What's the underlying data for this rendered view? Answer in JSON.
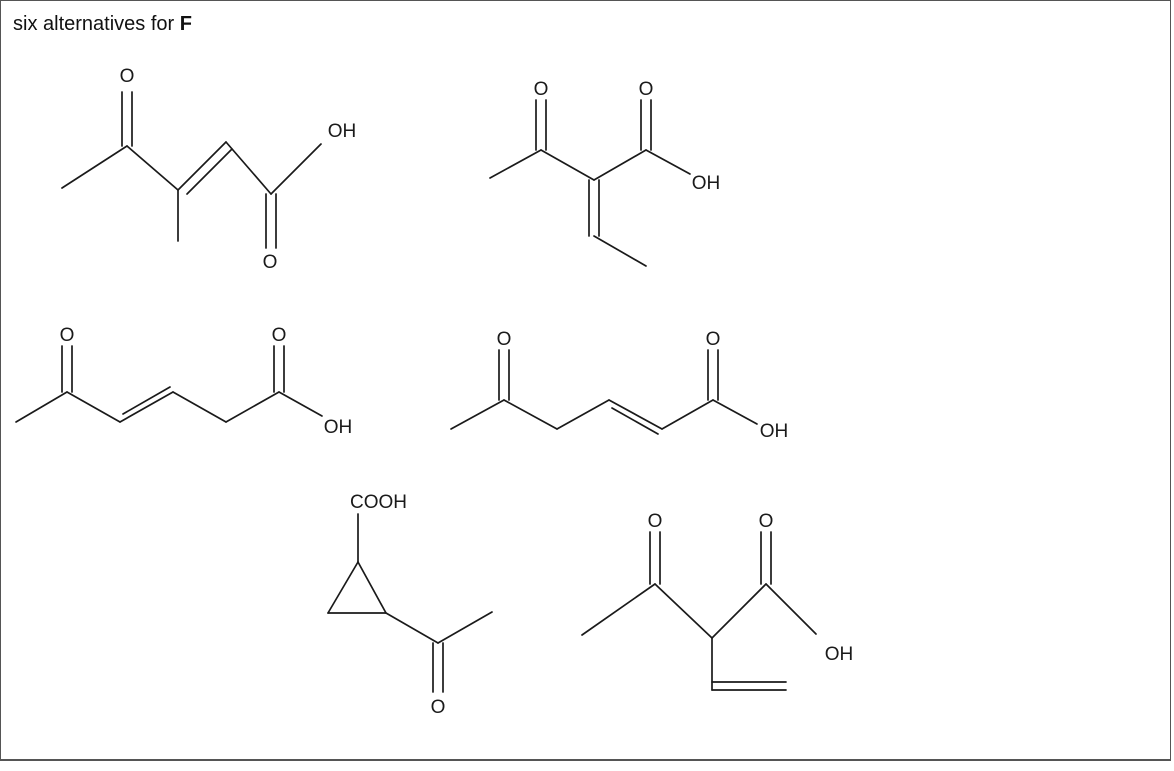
{
  "caption": {
    "text": "six alternatives for ",
    "emphasis": "F"
  },
  "atom_labels": {
    "oxygen": "O",
    "hydroxyl": "OH",
    "carboxyl": "COOH"
  },
  "line_color": "#1a1a1a",
  "structures": [
    {
      "id": "structure-1"
    },
    {
      "id": "structure-2"
    },
    {
      "id": "structure-3"
    },
    {
      "id": "structure-4"
    },
    {
      "id": "structure-5"
    },
    {
      "id": "structure-6"
    }
  ]
}
